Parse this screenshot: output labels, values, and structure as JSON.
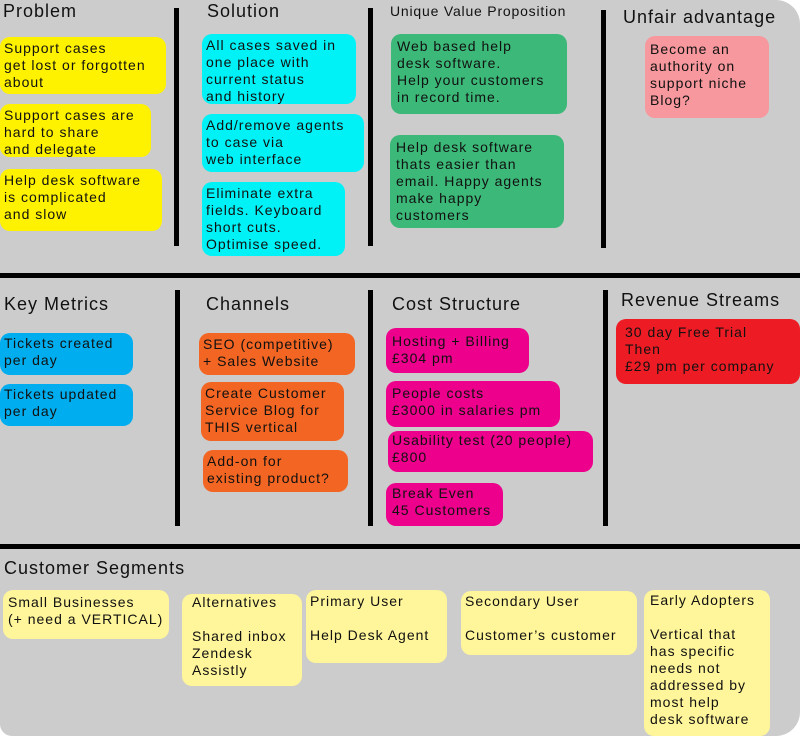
{
  "canvas": {
    "title": "Lean Canvas",
    "colors": {
      "background": "#cccccc",
      "problem": "#fff200",
      "solution": "#00f2f6",
      "uvp": "#3cb878",
      "unfair_advantage": "#f6989d",
      "key_metrics": "#00adef",
      "channels": "#f26522",
      "cost_structure": "#ec008c",
      "revenue_streams": "#ed1c24",
      "customer_segments": "#fff59a",
      "divider": "#000000"
    }
  },
  "problem": {
    "heading": "Problem",
    "notes": [
      "Support cases\nget lost or forgotten\nabout",
      "Support cases are\nhard to share\nand delegate",
      "Help desk software\nis complicated\nand slow"
    ]
  },
  "solution": {
    "heading": "Solution",
    "notes": [
      "All cases saved in\none place with\ncurrent status\nand history",
      "Add/remove agents\nto case via\nweb interface",
      "Eliminate extra\nfields. Keyboard\nshort cuts.\nOptimise speed."
    ]
  },
  "uvp": {
    "heading": "Unique Value Proposition",
    "notes": [
      "Web based help\ndesk software.\nHelp your customers\nin record time.",
      "Help desk software\nthats easier than\nemail. Happy agents\nmake happy\ncustomers"
    ]
  },
  "unfair_advantage": {
    "heading": "Unfair advantage",
    "notes": [
      "Become an\nauthority on\nsupport niche\nBlog?"
    ]
  },
  "key_metrics": {
    "heading": "Key Metrics",
    "notes": [
      "Tickets created\nper day",
      "Tickets updated\nper day"
    ]
  },
  "channels": {
    "heading": "Channels",
    "notes": [
      "SEO (competitive)\n+ Sales Website",
      "Create Customer\nService Blog for\nTHIS vertical",
      "Add-on for\nexisting product?"
    ]
  },
  "cost_structure": {
    "heading": "Cost Structure",
    "notes": [
      "Hosting + Billing\n£304 pm",
      "People costs\n£3000 in salaries pm",
      "Usability test (20 people)\n£800",
      "Break Even\n45 Customers"
    ]
  },
  "revenue_streams": {
    "heading": "Revenue Streams",
    "notes": [
      "30 day Free Trial\nThen\n£29 pm per company"
    ]
  },
  "customer_segments": {
    "heading": "Customer Segments",
    "notes": [
      "Small Businesses\n(+ need a VERTICAL)",
      "Alternatives\n\nShared inbox\nZendesk\nAssistly",
      "Primary User\n\nHelp Desk Agent",
      "Secondary User\n\nCustomer’s customer",
      "Early Adopters\n\nVertical that\nhas specific\nneeds not\naddressed by\nmost help\ndesk software"
    ]
  }
}
